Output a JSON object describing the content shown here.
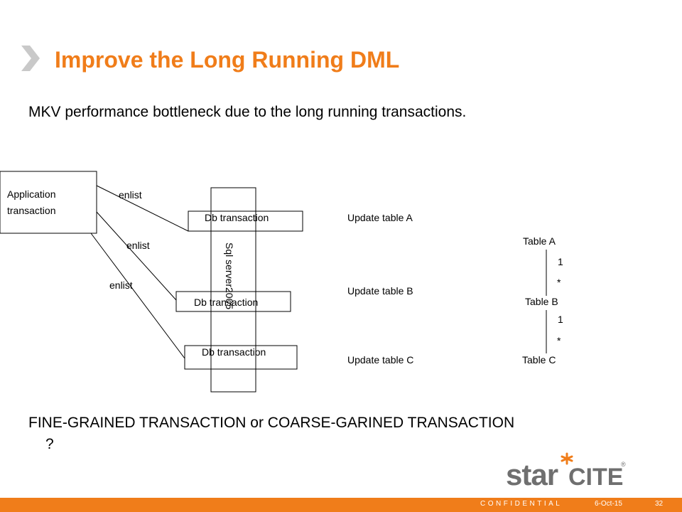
{
  "slide": {
    "title": "Improve the Long Running DML",
    "subtitle": "MKV performance bottleneck due to the long running transactions.",
    "question_line1": "FINE-GRAINED TRANSACTION or COARSE-GARINED TRANSACTION",
    "question_line2": "?"
  },
  "diagram": {
    "app_transaction_line1": "Application",
    "app_transaction_line2": "transaction",
    "enlist_labels": [
      "enlist",
      "enlist",
      "enlist"
    ],
    "db_transactions": [
      "Db transaction",
      "Db transaction",
      "Db transaction"
    ],
    "sql_server": "Sql server2005",
    "updates": [
      "Update table A",
      "Update table B",
      "Update table C"
    ],
    "tables": [
      "Table A",
      "Table B",
      "Table C"
    ],
    "multiplicity": [
      "1",
      "*",
      "1",
      "*"
    ]
  },
  "logo": {
    "part1": "star",
    "part2": "CITE",
    "registered": "®"
  },
  "footer": {
    "confidential": "CONFIDENTIAL",
    "date": "6-Oct-15",
    "page": "32"
  },
  "colors": {
    "accent": "#f07d1a",
    "chevron": "#c9c9c9"
  },
  "icons": {
    "title_marker": "chevron-right-icon",
    "logo_mark": "asterisk-icon"
  }
}
